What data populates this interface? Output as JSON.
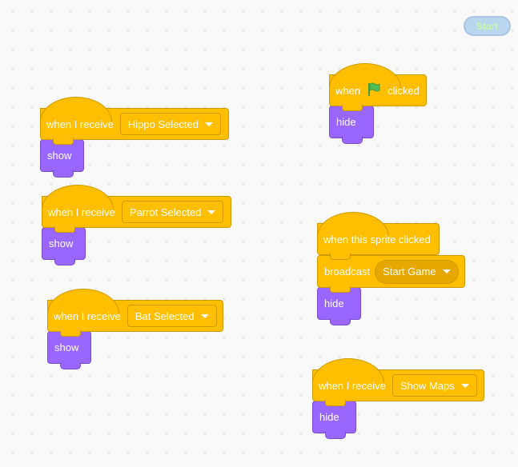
{
  "start_button": {
    "label": "Start"
  },
  "scripts": [
    {
      "hat": "when I receive",
      "message": "Hippo Selected",
      "next": "show"
    },
    {
      "hat": "when I receive",
      "message": "Parrot Selected",
      "next": "show"
    },
    {
      "hat": "when I receive",
      "message": "Bat Selected",
      "next": "show"
    },
    {
      "hat_before": "when",
      "hat_icon": "green-flag-icon",
      "hat_after": "clicked",
      "next": "hide"
    },
    {
      "hat": "when this sprite clicked",
      "broadcast_label": "broadcast",
      "broadcast_message": "Start Game",
      "next": "hide"
    },
    {
      "hat": "when I receive",
      "message": "Show Maps",
      "next": "hide"
    }
  ],
  "colors": {
    "events": "#ffbf00",
    "looks": "#9966ff",
    "flag": "#4cbf56"
  }
}
